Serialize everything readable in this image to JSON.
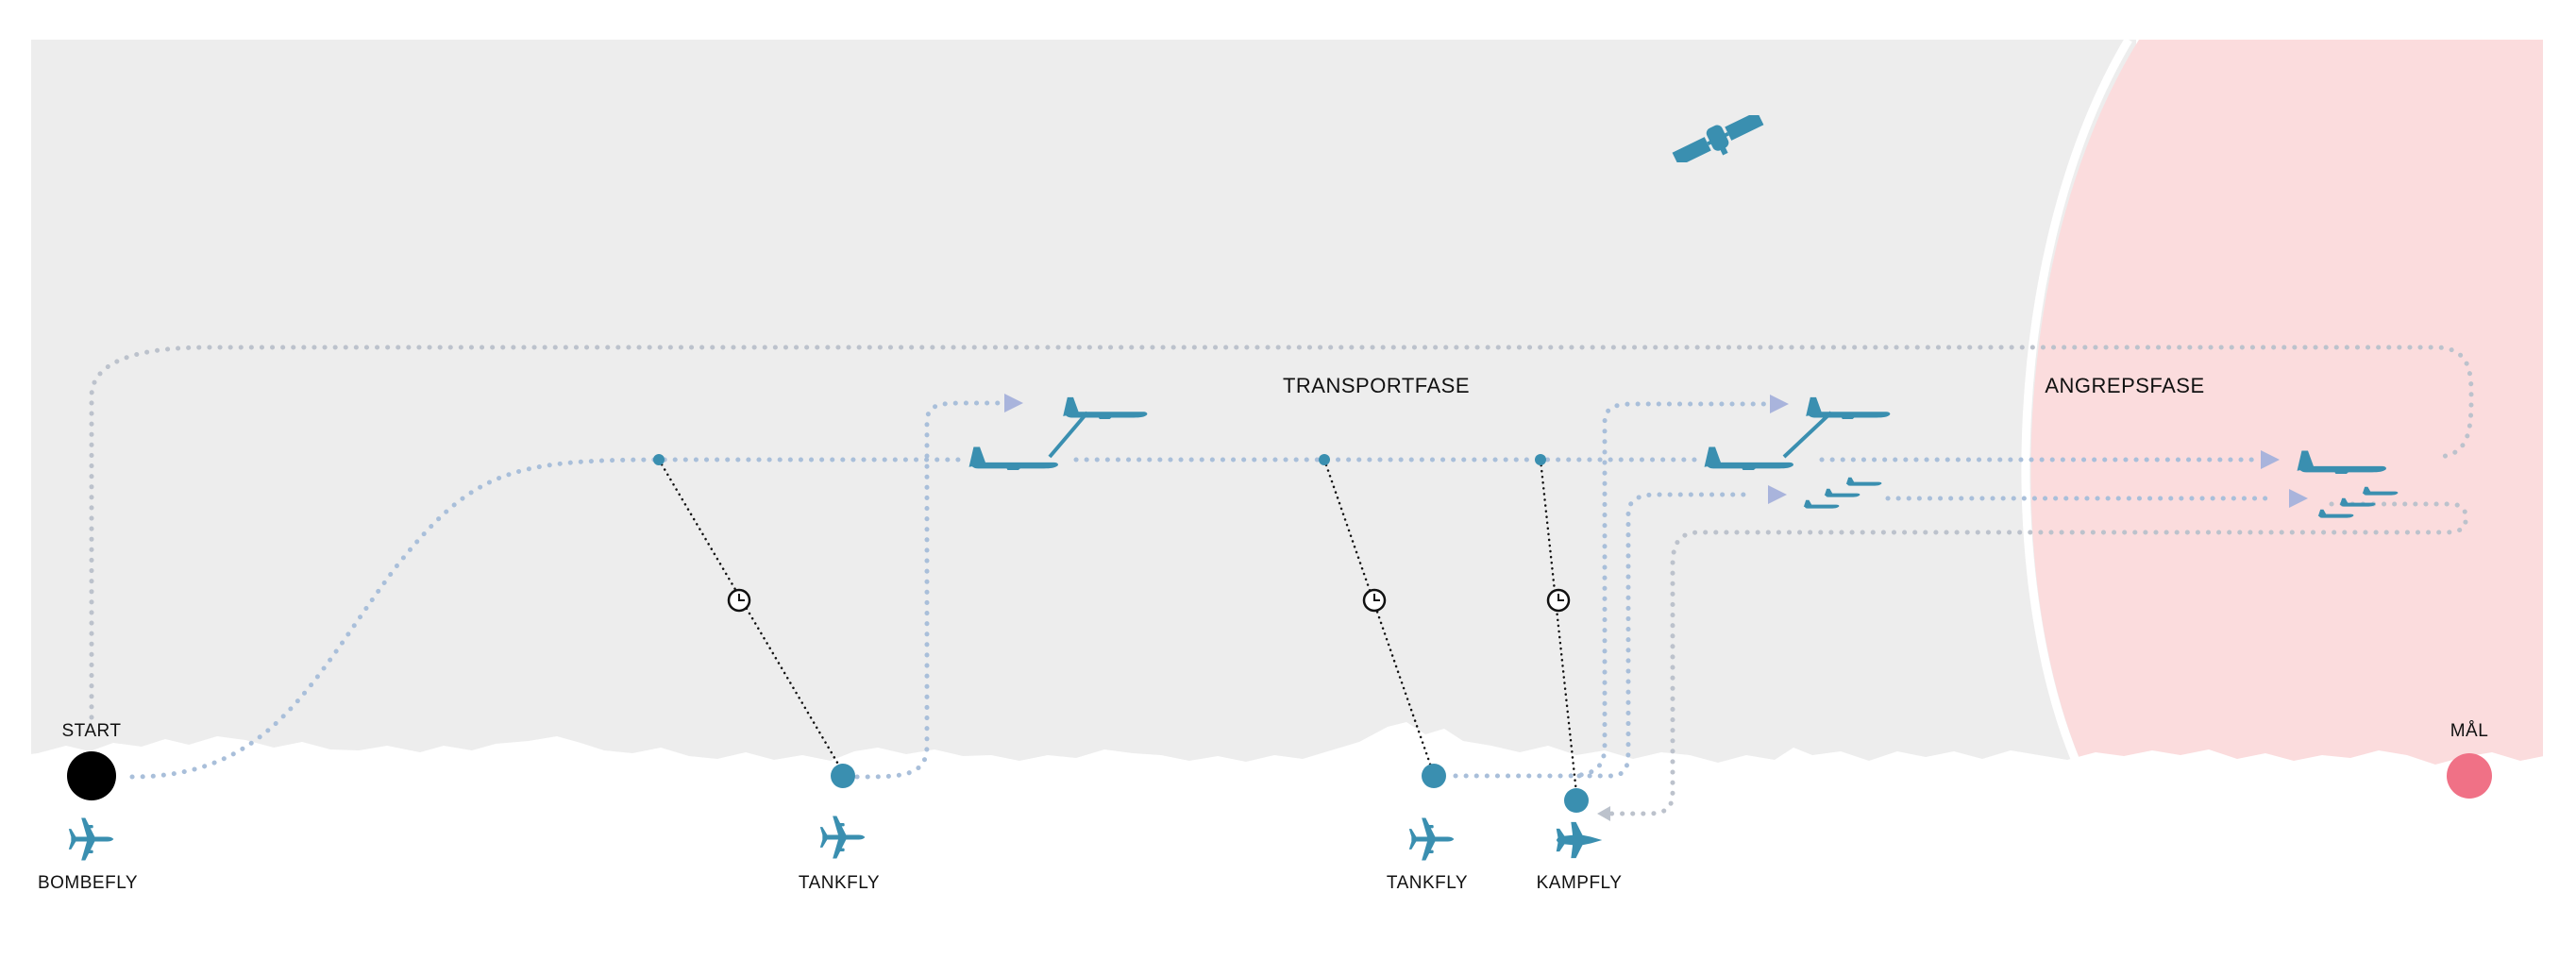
{
  "phases": {
    "transport": "TRANSPORTFASE",
    "attack": "ANGREPSFASE"
  },
  "start_label": "START",
  "goal_label": "MÅL",
  "aircraft": {
    "bomber": "BOMBEFLY",
    "tanker1": "TANKFLY",
    "tanker2": "TANKFLY",
    "fighter": "KAMPFLY"
  },
  "icons": {
    "satellite": "satellite-icon",
    "clock": "clock-icon",
    "plane": "plane-icon",
    "fighter": "fighter-jet-icon"
  },
  "colors": {
    "background_region": "#ededed",
    "attack_zone": "#fbdcdd",
    "accent_blue": "#3a8fb0",
    "route_blue": "#a9bfda",
    "route_grey": "#bcc2cc",
    "arrow_lilac": "#a9b4dc",
    "start_node": "#000000",
    "goal_node": "#f07186"
  }
}
